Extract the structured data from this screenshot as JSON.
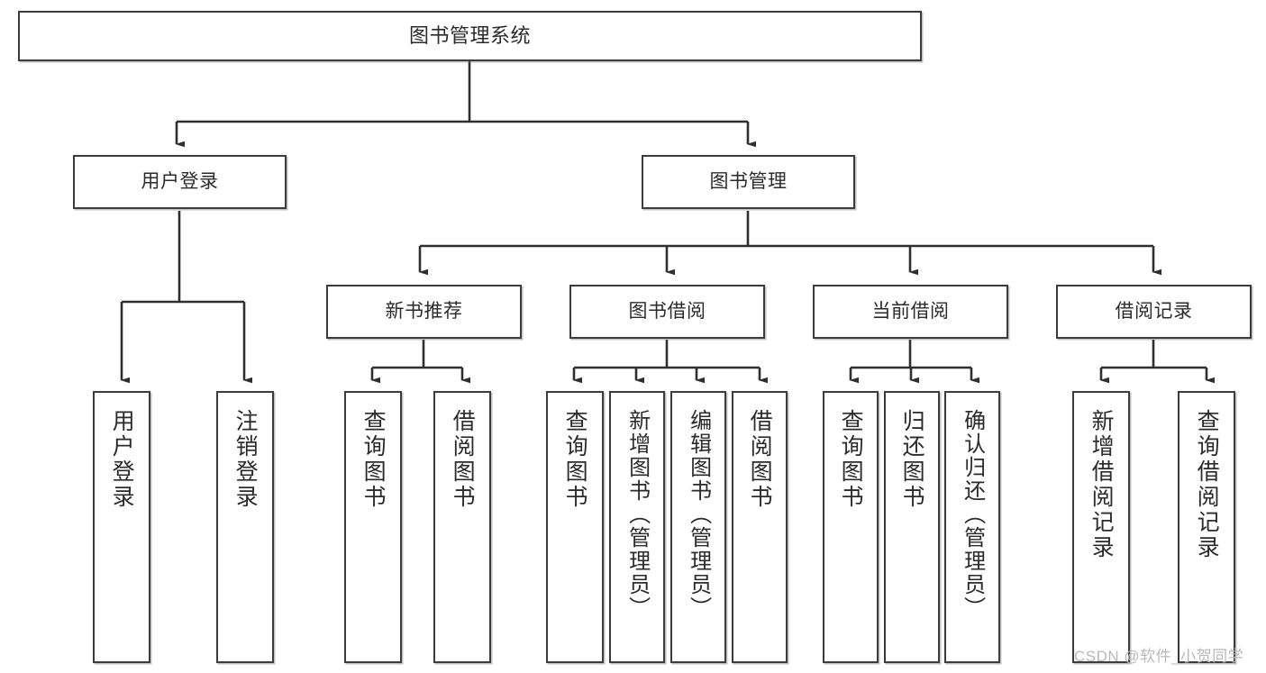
{
  "diagram": {
    "title": "图书管理系统",
    "type": "tree-hierarchy",
    "watermark": "CSDN @软件_小贺同学",
    "colors": {
      "box_border": "#3c3c3c",
      "box_fill": "#ffffff",
      "connector": "#2f2f2f",
      "text": "#2b2b2b",
      "watermark": "#b9b9b9"
    },
    "levels": {
      "root": {
        "label": "图书管理系统"
      },
      "level2": [
        {
          "id": "user-login",
          "label": "用户登录"
        },
        {
          "id": "book-manage",
          "label": "图书管理"
        }
      ],
      "level3": [
        {
          "id": "new-book-rec",
          "label": "新书推荐",
          "parent": "book-manage"
        },
        {
          "id": "book-borrow",
          "label": "图书借阅",
          "parent": "book-manage"
        },
        {
          "id": "current-borrow",
          "label": "当前借阅",
          "parent": "book-manage"
        },
        {
          "id": "borrow-record",
          "label": "借阅记录",
          "parent": "book-manage"
        }
      ],
      "leaves": [
        {
          "id": "leaf-user-login",
          "label": "用户登录",
          "parent": "user-login"
        },
        {
          "id": "leaf-user-logout",
          "label": "注销登录",
          "parent": "user-login"
        },
        {
          "id": "leaf-query-book-1",
          "label": "查询图书",
          "parent": "new-book-rec"
        },
        {
          "id": "leaf-borrow-book-1",
          "label": "借阅图书",
          "parent": "new-book-rec"
        },
        {
          "id": "leaf-query-book-2",
          "label": "查询图书",
          "parent": "book-borrow"
        },
        {
          "id": "leaf-add-book",
          "label": "新增图书（管理员）",
          "parent": "book-borrow"
        },
        {
          "id": "leaf-edit-book",
          "label": "编辑图书（管理员）",
          "parent": "book-borrow"
        },
        {
          "id": "leaf-borrow-book-2",
          "label": "借阅图书",
          "parent": "book-borrow"
        },
        {
          "id": "leaf-query-book-3",
          "label": "查询图书",
          "parent": "current-borrow"
        },
        {
          "id": "leaf-return-book",
          "label": "归还图书",
          "parent": "current-borrow"
        },
        {
          "id": "leaf-confirm-return",
          "label": "确认归还（管理员）",
          "parent": "current-borrow"
        },
        {
          "id": "leaf-add-record",
          "label": "新增借阅记录",
          "parent": "borrow-record"
        },
        {
          "id": "leaf-query-record",
          "label": "查询借阅记录",
          "parent": "borrow-record"
        }
      ]
    }
  }
}
